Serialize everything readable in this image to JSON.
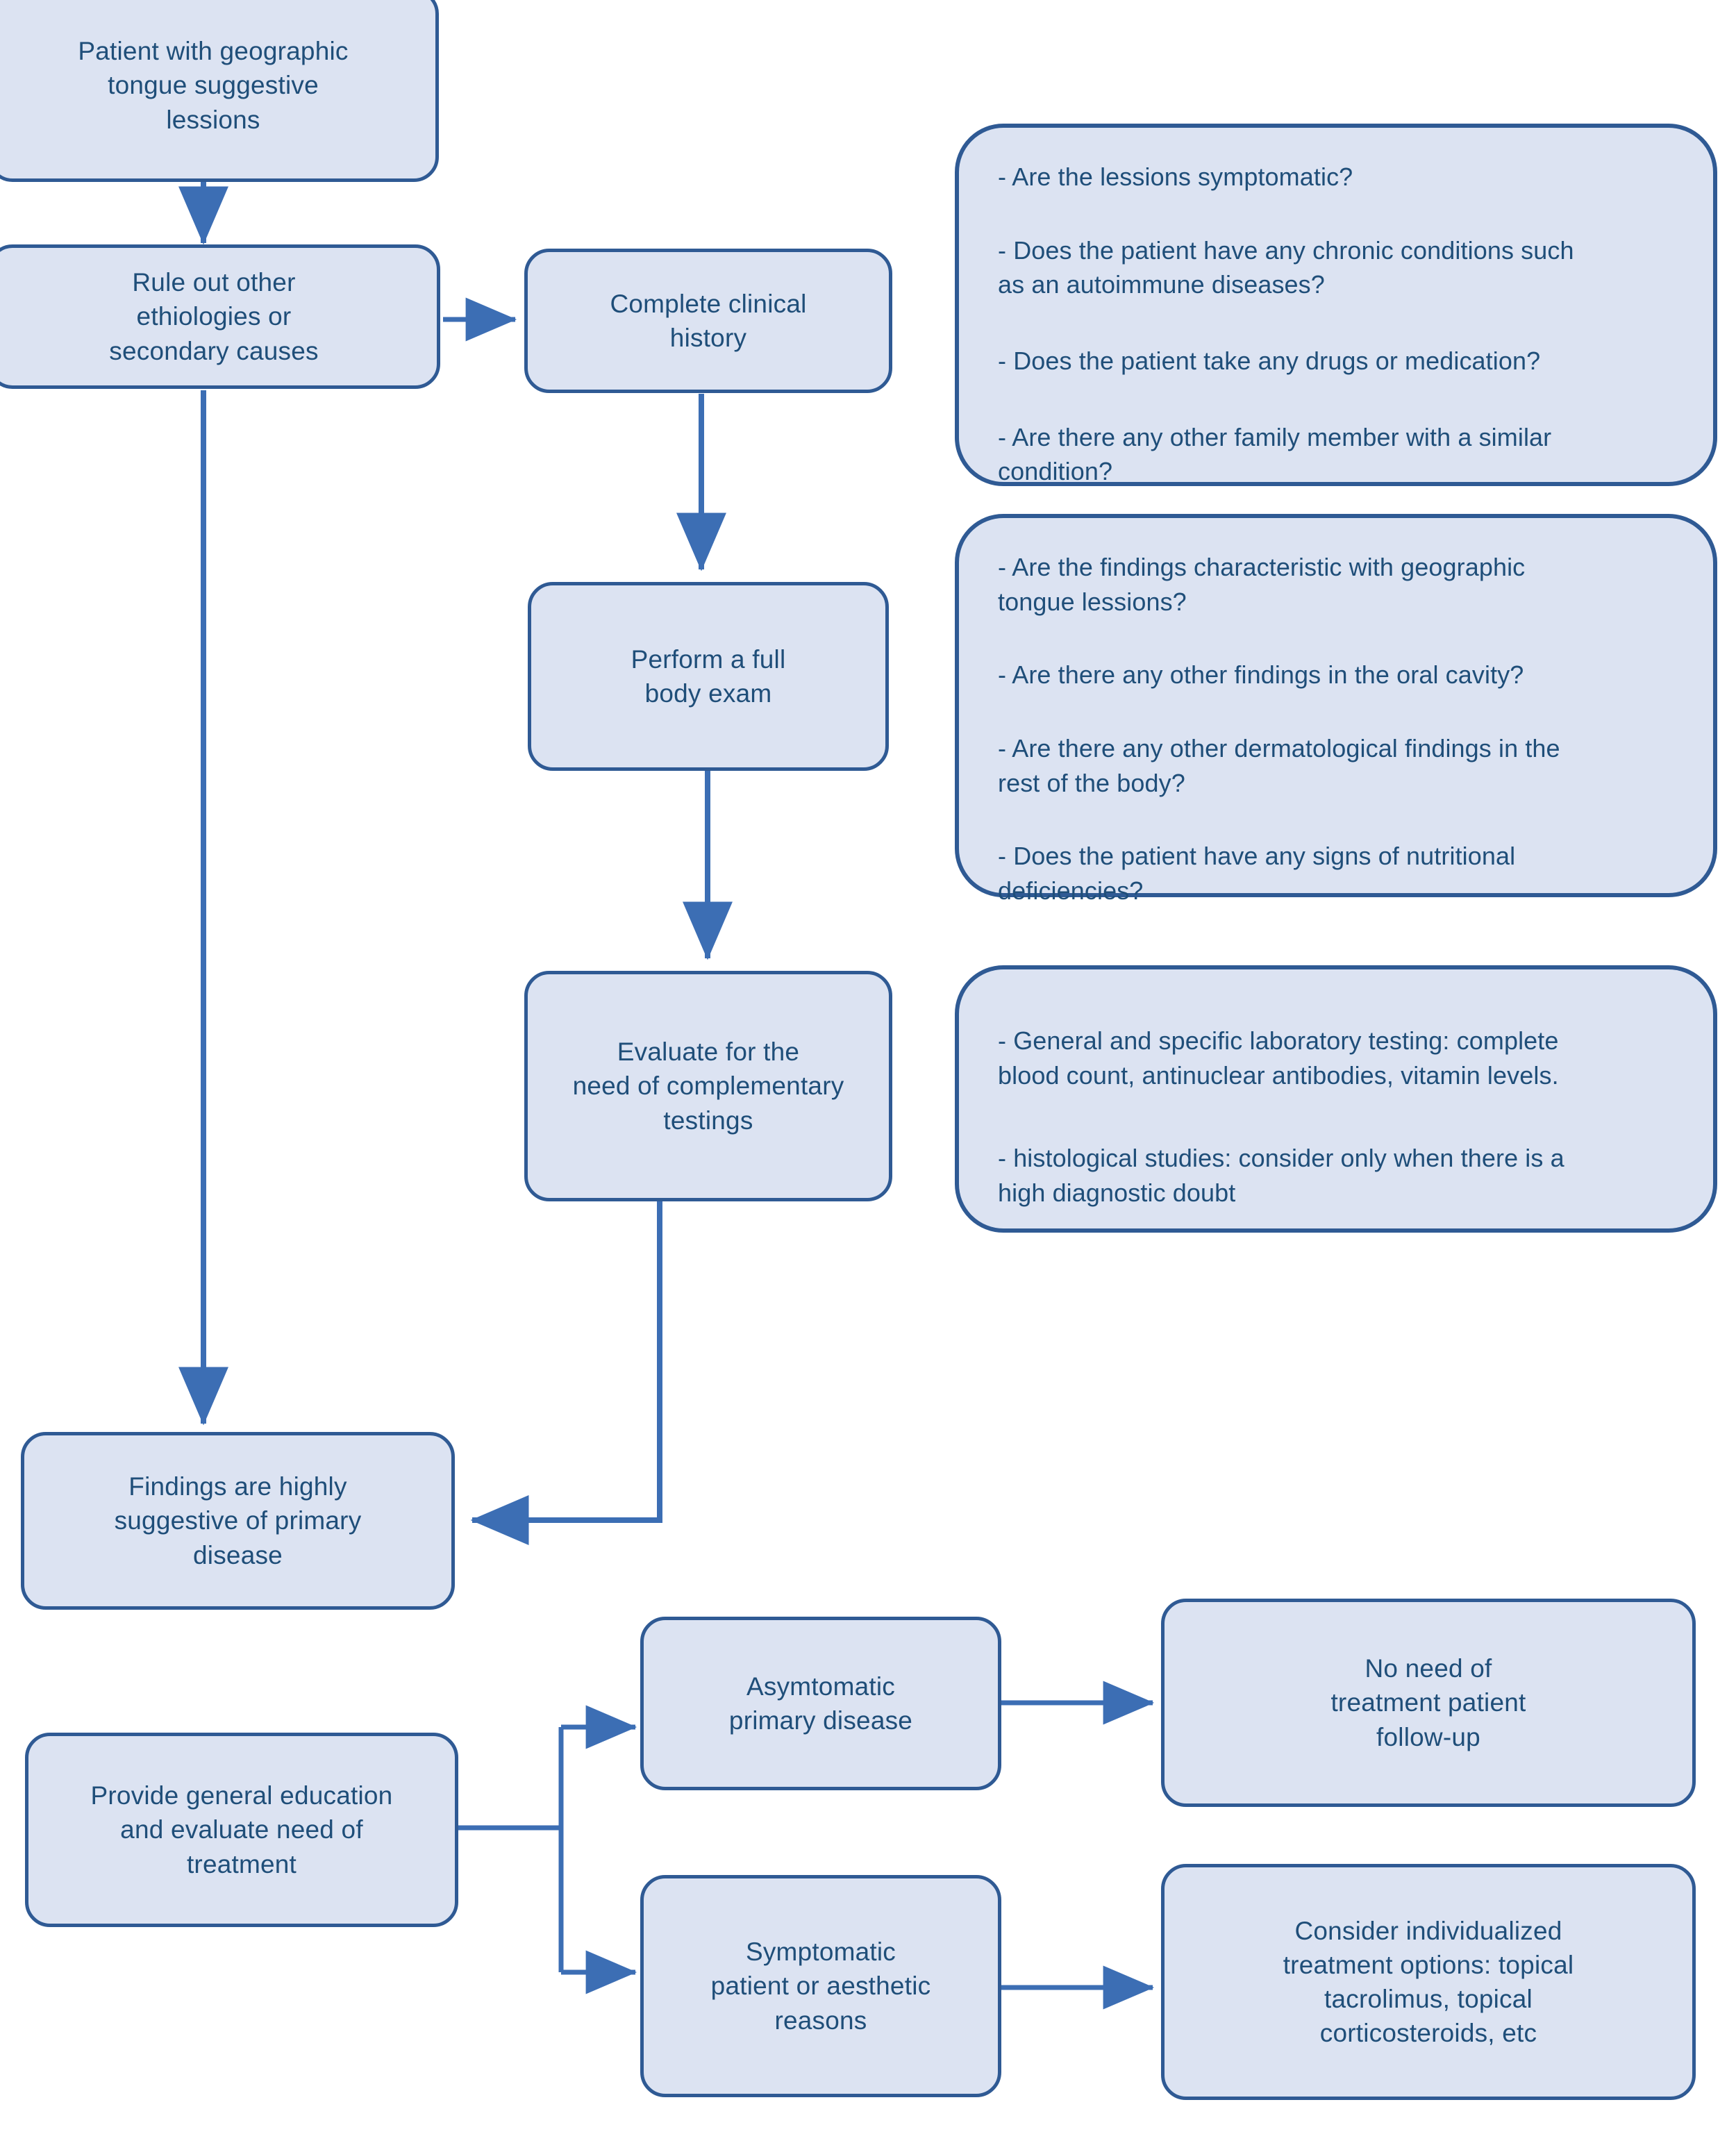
{
  "diagram": {
    "title": "Geographic tongue diagnostic and management flowchart",
    "accent_border": "#2f5a94",
    "node_fill": "#dce3f2",
    "text_color": "#1f4e79",
    "arrow_color": "#3c6eb4"
  },
  "nodes": {
    "patient": "Patient with geographic\ntongue suggestive\nlessions",
    "rule_out": "Rule out other\nethiologies or\nsecondary causes",
    "clinical_history": "Complete clinical\nhistory",
    "body_exam": "Perform a full\nbody exam",
    "complementary": "Evaluate for the\nneed of complementary\ntestings",
    "findings": "Findings are highly\nsuggestive of primary\ndisease",
    "education": "Provide general education\nand evaluate need of\ntreatment",
    "asymptomatic": "Asymtomatic\nprimary disease",
    "symptomatic": "Symptomatic\npatient or  aesthetic\nreasons",
    "no_treatment": "No need of\ntreatment patient\nfollow-up",
    "individualized": "Consider individualized\ntreatment options: topical\ntacrolimus, topical\ncorticosteroids, etc"
  },
  "notes": {
    "history_questions": {
      "line1": "-  Are the lessions symptomatic?",
      "line2": "-  Does the patient have any chronic conditions such\n    as an autoimmune diseases?",
      "line3": "-  Does the patient take any drugs or medication?",
      "line4": "-  Are there any other family member with a similar\n    condition?"
    },
    "exam_questions": {
      "line1": "-   Are the findings characteristic with geographic\n     tongue lessions?",
      "line2": "-  Are there any other findings in the oral cavity?",
      "line3": "-  Are there any other dermatological findings in the\n    rest of the body?",
      "line4": "-  Does the patient have any signs of nutritional\n    deficiencies?"
    },
    "testing_options": {
      "line1": "-    General and specific laboratory testing: complete\n      blood count, antinuclear antibodies, vitamin levels.",
      "line2": "-  histological  studies: consider only when there is a\n    high diagnostic doubt"
    }
  }
}
